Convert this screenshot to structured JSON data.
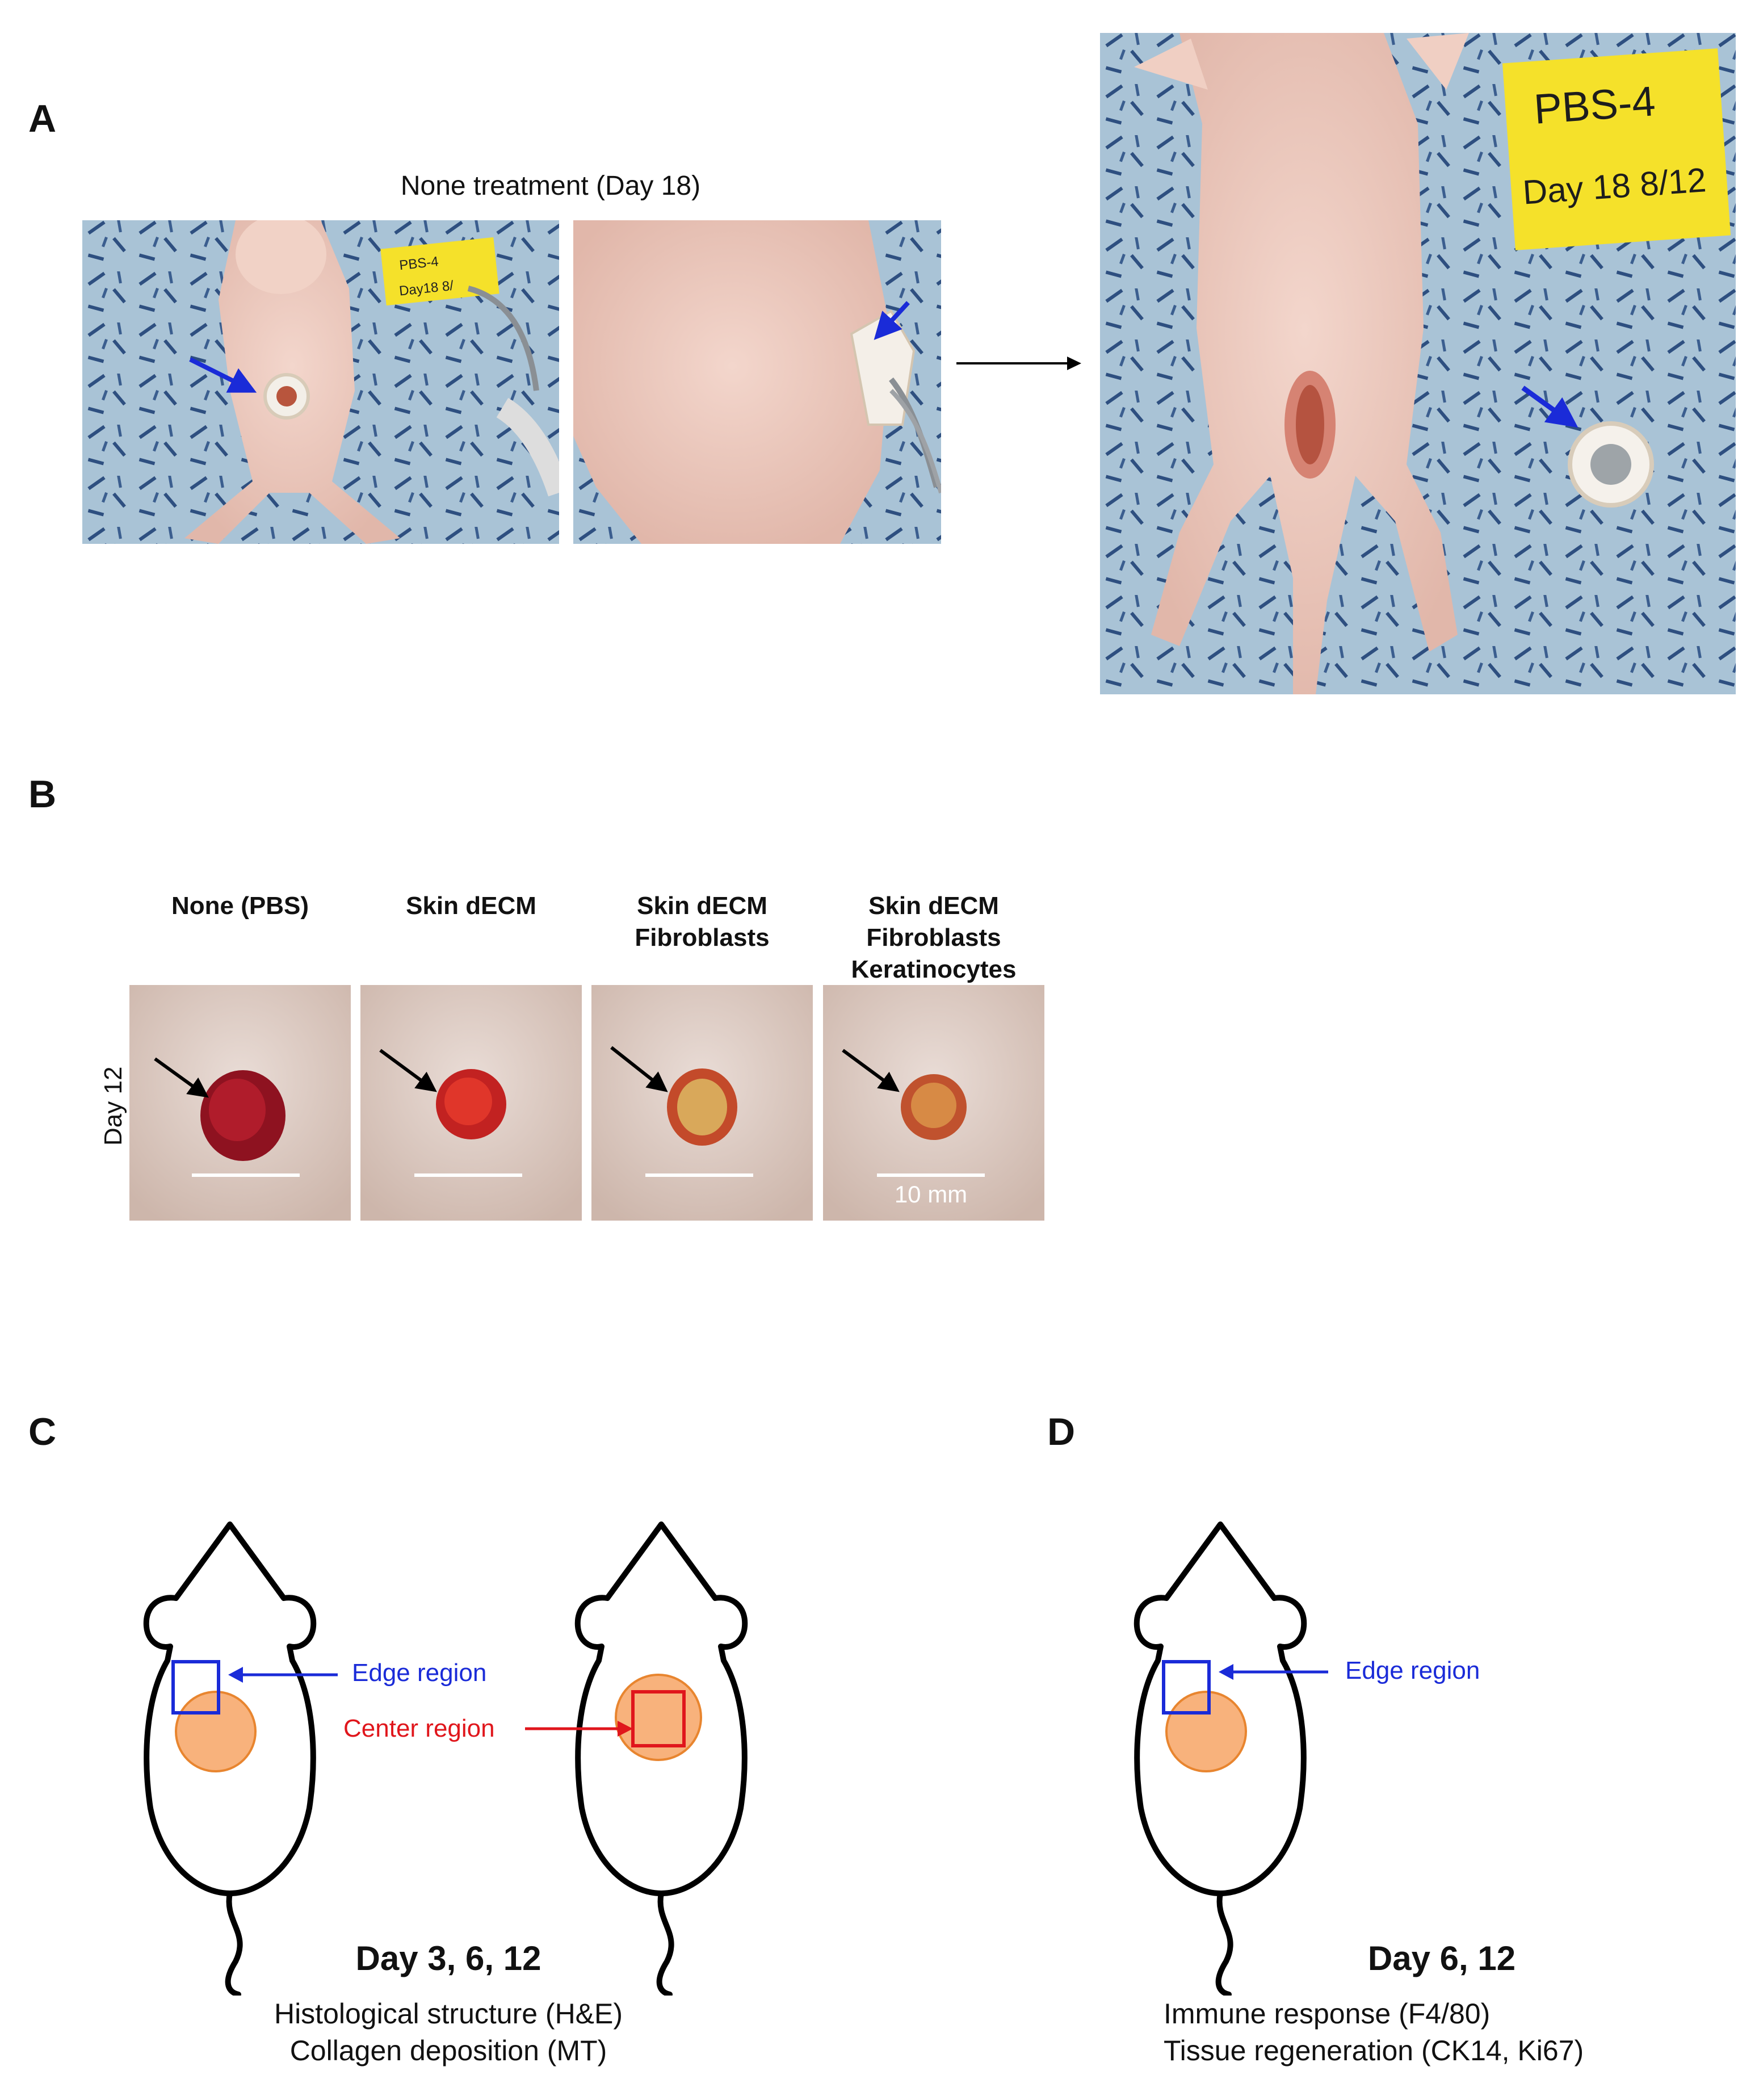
{
  "panels": {
    "a": {
      "letter": "A",
      "caption": "None treatment (Day 18)",
      "tag1_line1": "PBS-4",
      "tag1_line2": "Day18 8/",
      "tag2_line1": "PBS-4",
      "tag2_line2": "Day 18 8/12"
    },
    "b": {
      "letter": "B",
      "row_label": "Day 12",
      "columns": [
        {
          "line1": "",
          "line2": "",
          "line3": "None (PBS)"
        },
        {
          "line1": "",
          "line2": "",
          "line3": "Skin dECM"
        },
        {
          "line1": "",
          "line2": "Skin dECM",
          "line3": "Fibroblasts"
        },
        {
          "line1": "Skin dECM",
          "line2": "Fibroblasts",
          "line3": "Keratinocytes"
        }
      ],
      "scale_label": "10 mm"
    },
    "c": {
      "letter": "C",
      "edge_label": "Edge region",
      "center_label": "Center region",
      "day_title": "Day 3, 6, 12",
      "line1": "Histological structure (H&E)",
      "line2": "Collagen deposition (MT)"
    },
    "d": {
      "letter": "D",
      "edge_label": "Edge region",
      "day_title": "Day 6, 12",
      "line1": "Immune response (F4/80)",
      "line2": "Tissue regeneration (CK14, Ki67)"
    }
  },
  "colors": {
    "edge_blue": "#1a2bd8",
    "center_red": "#e0161c",
    "wound_orange": "#f8b27c",
    "drape_blue": "#8fb0c8"
  }
}
